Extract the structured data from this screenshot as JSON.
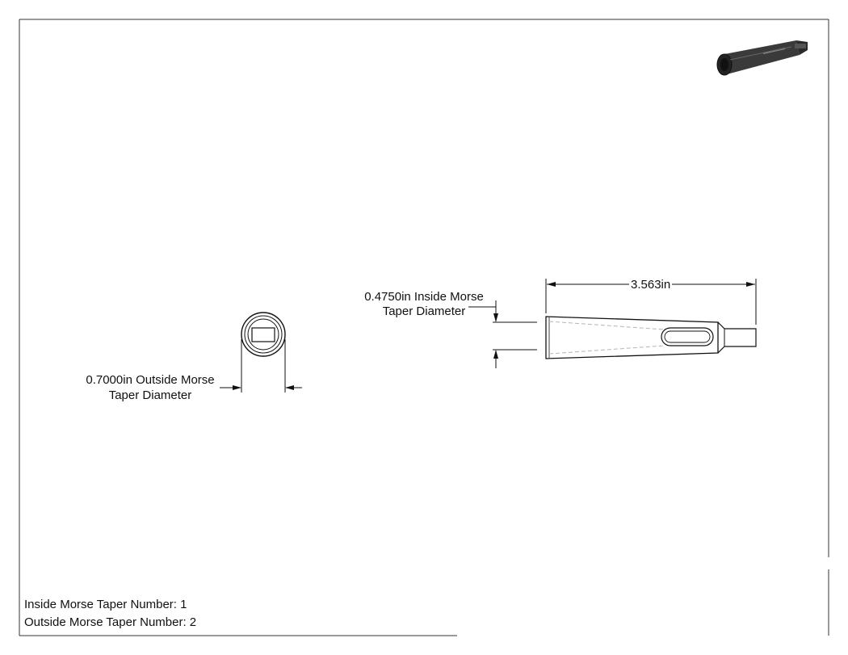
{
  "dimensions": {
    "outside_diameter_line1": "0.7000in Outside Morse",
    "outside_diameter_line2": "Taper Diameter",
    "inside_diameter_line1": "0.4750in Inside Morse",
    "inside_diameter_line2": "Taper Diameter",
    "overall_length": "3.563in"
  },
  "notes": {
    "inside_taper": "Inside Morse Taper Number: 1",
    "outside_taper": "Outside Morse Taper Number: 2"
  },
  "colors": {
    "line": "#111111",
    "hidden_line": "#b5b5b5",
    "iso_body": "#3a3a3a"
  }
}
